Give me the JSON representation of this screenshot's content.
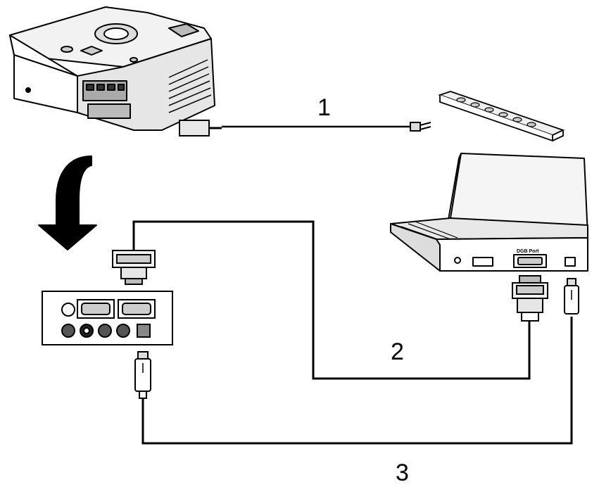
{
  "diagram": {
    "callouts": {
      "one": "1",
      "two": "2",
      "three": "3"
    },
    "laptop_port_label": "DGB Port",
    "components": {
      "projector": "projector",
      "power_strip": "power-strip",
      "laptop": "laptop",
      "connector_panel": "projector-connector-panel"
    },
    "cables": [
      {
        "callout": "1",
        "from": "projector",
        "to": "power_strip",
        "type": "power-cord"
      },
      {
        "callout": "2",
        "from": "connector_panel",
        "to": "laptop",
        "type": "vga-d-sub"
      },
      {
        "callout": "3",
        "from": "connector_panel",
        "to": "laptop",
        "type": "usb"
      }
    ],
    "colors": {
      "line": "#000000",
      "fill": "#ffffff",
      "shade": "#c8c8c8"
    }
  }
}
